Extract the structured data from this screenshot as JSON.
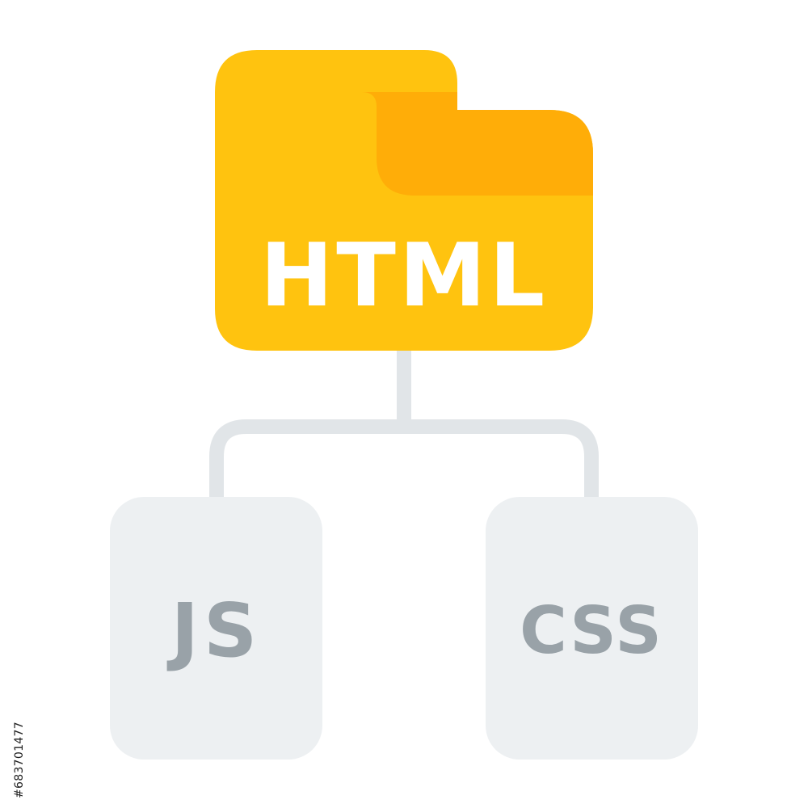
{
  "diagram": {
    "root": {
      "label": "HTML",
      "icon": "folder-icon",
      "colors": {
        "body": "#FFC30F",
        "tab": "#FFC30F",
        "inner_flap": "#FFAD08",
        "text": "#FFFFFF"
      }
    },
    "children": [
      {
        "label": "JS",
        "icon": "js-file-icon",
        "colors": {
          "body": "#EDF0F2",
          "text": "#99A2A8"
        }
      },
      {
        "label": "CSS",
        "icon": "css-file-icon",
        "colors": {
          "body": "#EDF0F2",
          "text": "#99A2A8"
        }
      }
    ],
    "connector_color": "#E1E5E8"
  },
  "watermark": {
    "stock_id": "#683701477"
  }
}
